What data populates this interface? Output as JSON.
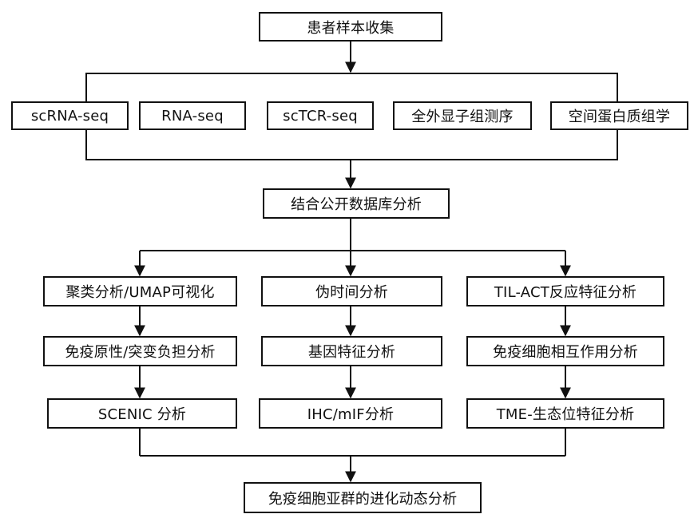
{
  "flowchart": {
    "top": "患者样本收集",
    "methods": [
      "scRNA-seq",
      "RNA-seq",
      "scTCR-seq",
      "全外显子组测序",
      "空间蛋白质组学"
    ],
    "integration": "结合公开数据库分析",
    "branch_left": [
      "聚类分析/UMAP可视化",
      "免疫原性/突变负担分析",
      "SCENIC 分析"
    ],
    "branch_middle": [
      "伪时间分析",
      "基因特征分析",
      "IHC/mIF分析"
    ],
    "branch_right": [
      "TIL-ACT反应特征分析",
      "免疫细胞相互作用分析",
      "TME-生态位特征分析"
    ],
    "final": "免疫细胞亚群的进化动态分析"
  }
}
